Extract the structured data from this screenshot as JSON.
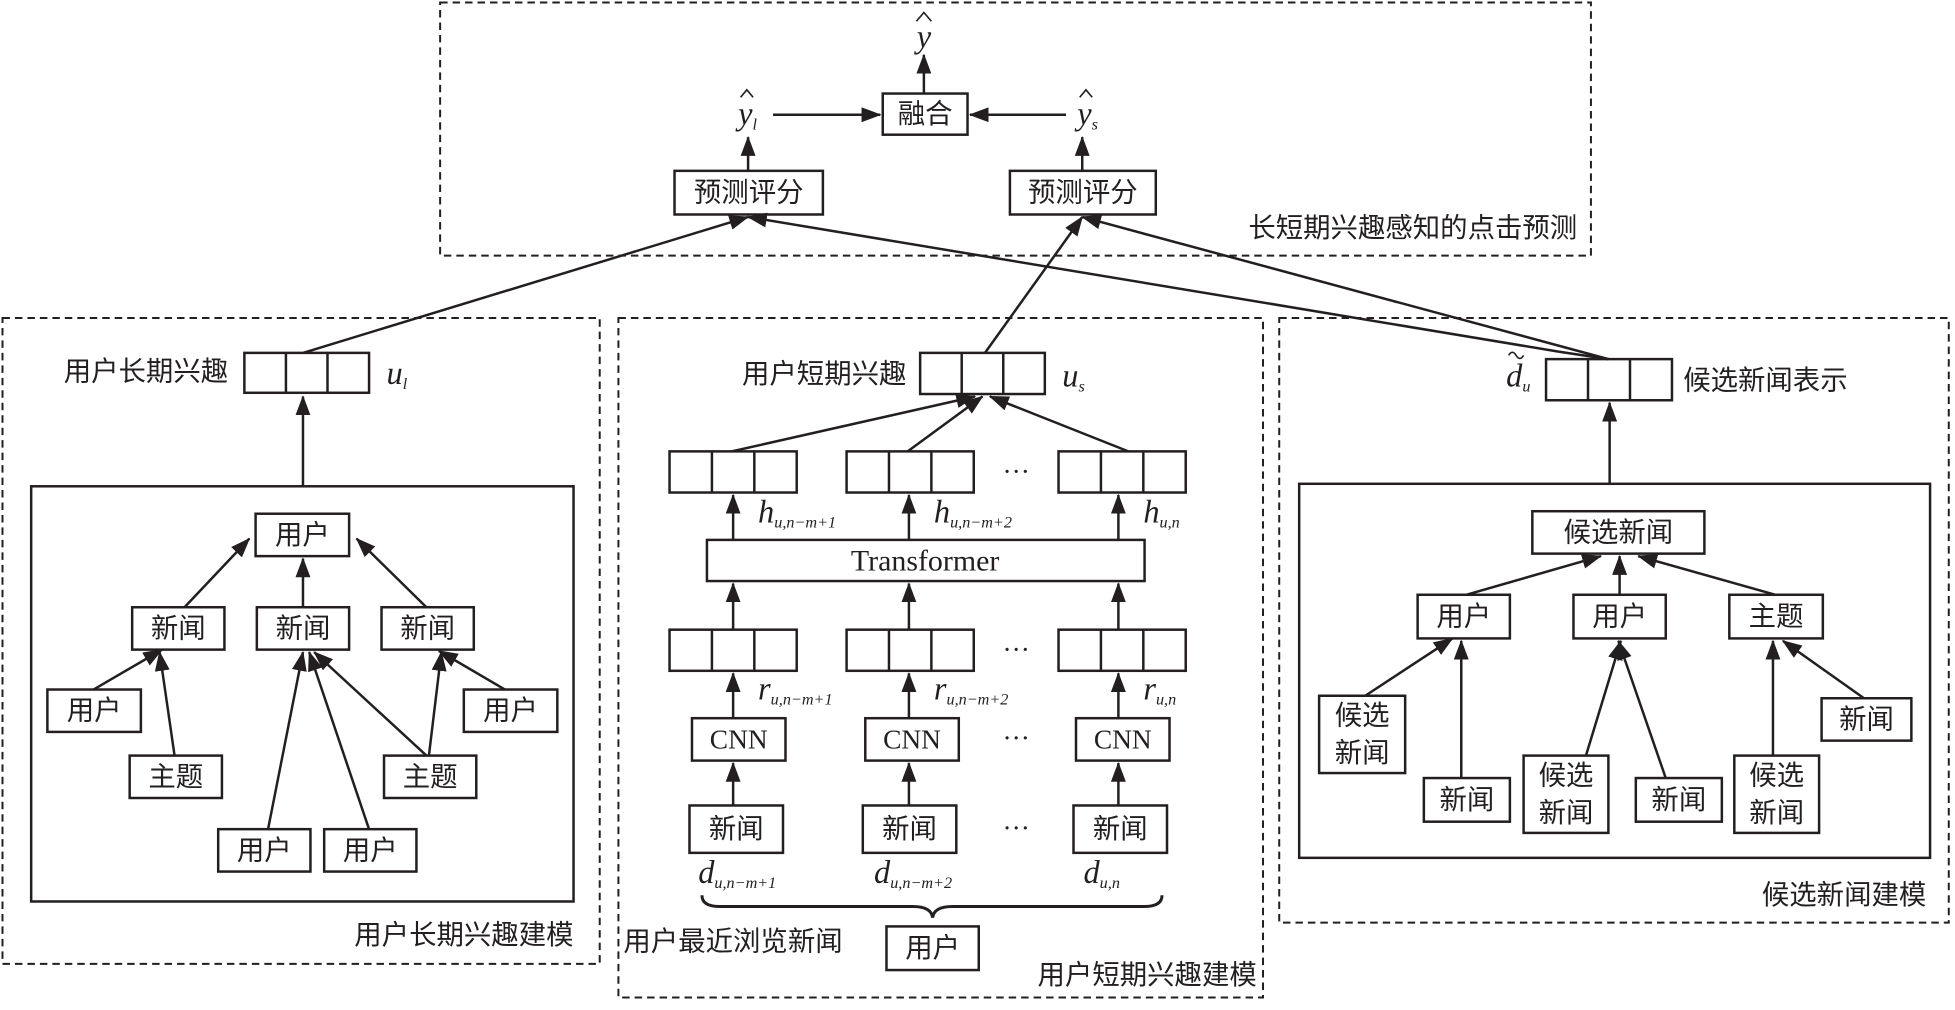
{
  "colors": {
    "stroke": "#231f20",
    "background": "#ffffff"
  },
  "top": {
    "title": "长短期兴趣感知的点击预测",
    "y_hat": "y",
    "y_l": {
      "base": "y",
      "sub": "l"
    },
    "y_s": {
      "base": "y",
      "sub": "s"
    },
    "fusion": "融合",
    "score_left": "预测评分",
    "score_right": "预测评分"
  },
  "long_term": {
    "title": "用户长期兴趣建模",
    "vector_label": "用户长期兴趣",
    "u_l": {
      "base": "u",
      "sub": "l"
    },
    "root": "用户",
    "news": [
      "新闻",
      "新闻",
      "新闻"
    ],
    "leaves": [
      "用户",
      "主题",
      "用户",
      "主题",
      "用户",
      "用户"
    ]
  },
  "short_term": {
    "title": "用户短期兴趣建模",
    "vector_label": "用户短期兴趣",
    "u_s": {
      "base": "u",
      "sub": "s"
    },
    "transformer": "Transformer",
    "cnn": [
      "CNN",
      "CNN",
      "CNN"
    ],
    "news": [
      "新闻",
      "新闻",
      "新闻"
    ],
    "h": [
      {
        "base": "h",
        "sub": "u,n−m+1"
      },
      {
        "base": "h",
        "sub": "u,n−m+2"
      },
      {
        "base": "h",
        "sub": "u,n"
      }
    ],
    "r": [
      {
        "base": "r",
        "sub": "u,n−m+1"
      },
      {
        "base": "r",
        "sub": "u,n−m+2"
      },
      {
        "base": "r",
        "sub": "u,n"
      }
    ],
    "d": [
      {
        "base": "d",
        "sub": "u,n−m+1"
      },
      {
        "base": "d",
        "sub": "u,n−m+2"
      },
      {
        "base": "d",
        "sub": "u,n"
      }
    ],
    "ellipsis": "···",
    "recent_label": "用户最近浏览新闻",
    "user": "用户"
  },
  "candidate": {
    "title": "候选新闻建模",
    "vector_label": "候选新闻表示",
    "d_u": {
      "base": "d",
      "sub": "u"
    },
    "root": "候选新闻",
    "mid": [
      "用户",
      "用户",
      "主题"
    ],
    "candidate_line1": "候选",
    "candidate_line2": "新闻",
    "news": "新闻"
  }
}
